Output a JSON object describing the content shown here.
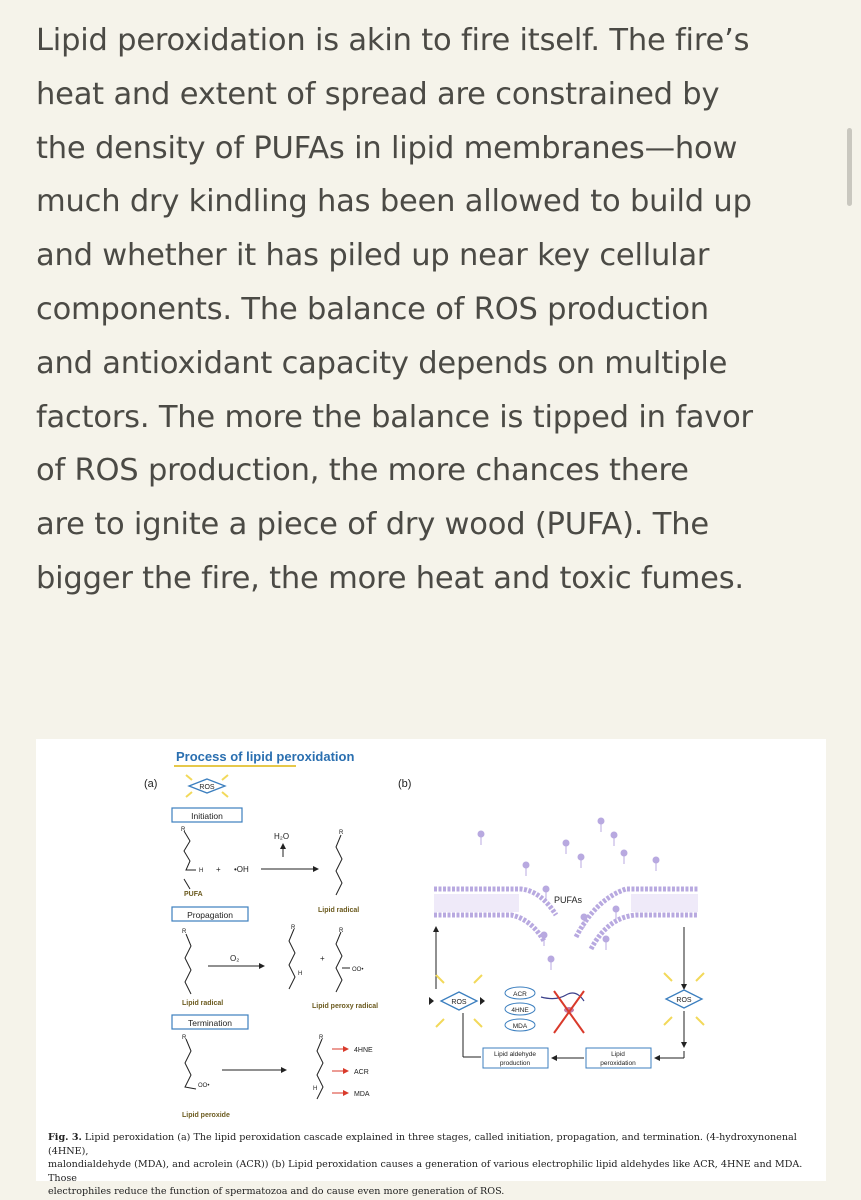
{
  "article": {
    "lines": [
      "Lipid peroxidation is akin to fire itself. The fire’s",
      "heat and extent of spread are constrained by",
      "the density of PUFAs in lipid membranes—how",
      "much dry kindling has been allowed to build up",
      "and whether it has piled up near key cellular",
      "components. The balance of ROS production",
      "and antioxidant capacity depends on multiple",
      "factors. The more the balance is tipped in favor",
      "of ROS production, the more chances there",
      "are to ignite a piece of dry wood (PUFA). The",
      "bigger the fire, the more heat and toxic fumes."
    ]
  },
  "figure": {
    "title": "Process of lipid peroxidation",
    "panel_a": "(a)",
    "panel_b": "(b)",
    "ros": "ROS",
    "initiation": "Initiation",
    "propagation": "Propagation",
    "termination": "Termination",
    "h2o": "H₂O",
    "oh": "•OH",
    "o2": "O₂",
    "pufa": "PUFA",
    "lipid_radical": "Lipid radical",
    "lipid_radical_2": "Lipid radical",
    "lipid_peroxy_radical": "Lipid peroxy radical",
    "lipid_peroxide": "Lipid peroxide",
    "products": [
      "4HNE",
      "ACR",
      "MDA"
    ],
    "r": "R",
    "h": "H",
    "plus": "+",
    "oo": "OO•",
    "pufas": "PUFAs",
    "ros_left": "ROS",
    "ros_right": "ROS",
    "aldehydes": [
      "ACR",
      "4HNE",
      "MDA"
    ],
    "lipid_aldehyde_1": "Lipid aldehyde",
    "lipid_aldehyde_2": "production",
    "lipid_perox_1": "Lipid",
    "lipid_perox_2": "peroxidation",
    "caption_label": "Fig. 3.",
    "caption_lines": [
      " Lipid peroxidation (a) The lipid peroxidation cascade explained in three stages, called initiation, propagation, and termination. (4-hydroxynonenal (4HNE),",
      "malondialdehyde (MDA), and acrolein (ACR)) (b) Lipid peroxidation causes a generation of various electrophilic lipid aldehydes like ACR, 4HNE and MDA. Those",
      "electrophiles reduce the function of spermatozoa and do cause even more generation of ROS."
    ]
  },
  "colors": {
    "background": "#f5f3ea",
    "text": "#4b4a45",
    "title_blue": "#2a6fb0",
    "ros_blue": "#3c7fbf",
    "arrow_red": "#d93a2b",
    "membrane": "#b8a9e0",
    "label_olive": "#6b5a1e",
    "spark_yellow": "#f2d95a"
  }
}
